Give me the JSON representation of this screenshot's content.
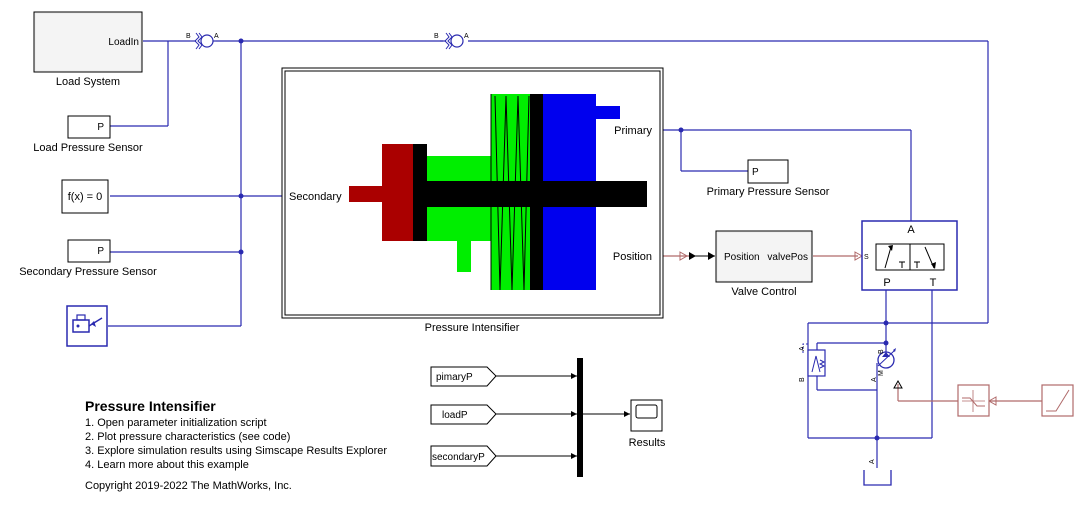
{
  "blocks": {
    "load_system": {
      "label": "Load System",
      "port": "LoadIn"
    },
    "load_pressure_sensor": {
      "label": "Load Pressure Sensor",
      "port": "P"
    },
    "solver": {
      "text": "f(x) = 0"
    },
    "secondary_pressure_sensor": {
      "label": "Secondary Pressure Sensor",
      "port": "P"
    },
    "pressure_intensifier": {
      "label": "Pressure Intensifier",
      "port_primary": "Primary",
      "port_secondary": "Secondary",
      "port_position": "Position"
    },
    "primary_pressure_sensor": {
      "label": "Primary Pressure Sensor",
      "port": "P"
    },
    "valve_control": {
      "label": "Valve Control",
      "in_port": "Position",
      "out_port": "valvePos"
    },
    "valve": {
      "port_a": "A",
      "port_p": "P",
      "port_t": "T",
      "port_s": "S"
    },
    "results": {
      "label": "Results"
    },
    "from_tags": [
      "pimaryP",
      "loadP",
      "secondaryP"
    ],
    "check_valve": {
      "port_b": "B",
      "port_a": "A"
    },
    "relief_valve": {
      "port_a": "A",
      "port_b": "B"
    },
    "pump": {
      "port_b": "B",
      "port_a": "A",
      "port_m": "M"
    },
    "tank": {
      "port_a": "A"
    }
  },
  "annotation": {
    "title": "Pressure Intensifier",
    "items": [
      "1. Open parameter initialization script",
      "2. Plot pressure characteristics (see code)",
      "3. Explore simulation results using Simscape Results Explorer",
      "4. Learn more about this example"
    ],
    "copyright": "Copyright 2019-2022 The MathWorks, Inc."
  },
  "colors": {
    "hydraulic_wire": "#2a2ab0",
    "signal_wire": "#b06a6a",
    "intensifier_red": "#aa0000",
    "intensifier_green": "#00ee00",
    "intensifier_blue": "#0000ee"
  }
}
